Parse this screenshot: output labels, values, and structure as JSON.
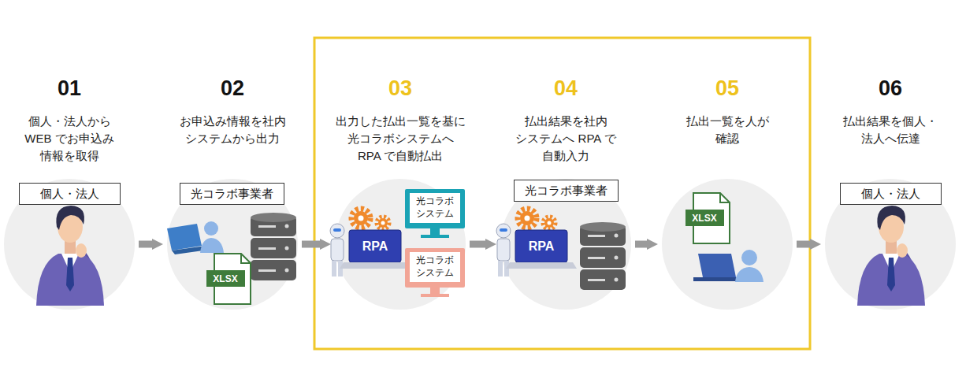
{
  "diagram": {
    "nodes": [
      {
        "text": [
          "01",
          "個人・法人から WEB でお申込み 情報を取得"
        ]
      },
      {
        "text": [
          "個人・法人"
        ],
        "in": 0
      },
      {
        "text": [
          "02",
          "お申込み情報を社内 システムから出力"
        ]
      },
      {
        "text": [
          "光コラボ事業者"
        ],
        "in": 2
      },
      {
        "text": [
          "03",
          "出力した払出一覧を基に 光コラボシステムへ RPA で自動払出"
        ]
      },
      {
        "text": [
          "光コラボ システム"
        ],
        "in": 4
      },
      {
        "text": [
          "光コラボ システム"
        ],
        "in": 4
      },
      {
        "text": [
          "04",
          "払出結果を社内 システムへ RPA で 自動入力"
        ]
      },
      {
        "text": [
          "光コラボ事業者"
        ],
        "in": 7
      },
      {
        "text": [
          "05",
          "払出一覧を人が 確認"
        ]
      },
      {
        "text": [
          "06",
          "払出結果を個人・ 法人へ伝達"
        ]
      },
      {
        "text": [
          "個人・法人"
        ],
        "in": 10
      }
    ],
    "edges": [
      {
        "from": 0,
        "to": 2,
        "arrow": "to"
      },
      {
        "from": 2,
        "to": 4,
        "arrow": "to"
      },
      {
        "from": 4,
        "to": 7,
        "arrow": "to"
      },
      {
        "from": 7,
        "to": 9,
        "arrow": "to"
      },
      {
        "from": 9,
        "to": 10,
        "arrow": "to"
      }
    ],
    "labels": [
      "XLSX",
      "RPA",
      "RPA",
      "XLSX"
    ]
  }
}
